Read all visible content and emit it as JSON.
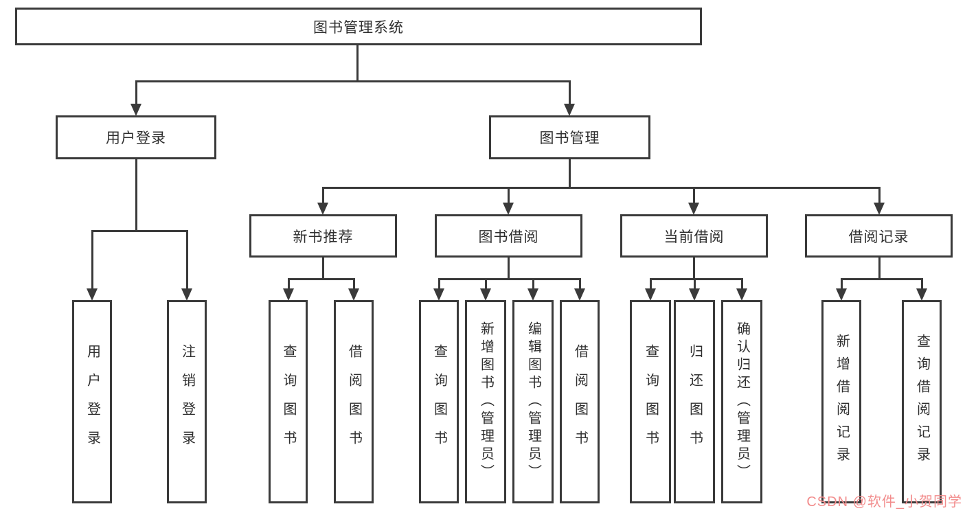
{
  "diagram": {
    "title": "图书管理系统",
    "branches": [
      {
        "label": "用户登录",
        "children": [
          "用户登录",
          "注销登录"
        ]
      },
      {
        "label": "图书管理",
        "groups": [
          {
            "label": "新书推荐",
            "children": [
              "查询图书",
              "借阅图书"
            ]
          },
          {
            "label": "图书借阅",
            "children": [
              "查询图书",
              "新增图书（管理员）",
              "编辑图书（管理员）",
              "借阅图书"
            ]
          },
          {
            "label": "当前借阅",
            "children": [
              "查询图书",
              "归还图书",
              "确认归还（管理员）"
            ]
          },
          {
            "label": "借阅记录",
            "children": [
              "新增借阅记录",
              "查询借阅记录"
            ]
          }
        ]
      }
    ],
    "line_color": "#3a3a3a",
    "watermark": "CSDN @软件_小贺同学",
    "watermark_color": "#f28c8c"
  }
}
